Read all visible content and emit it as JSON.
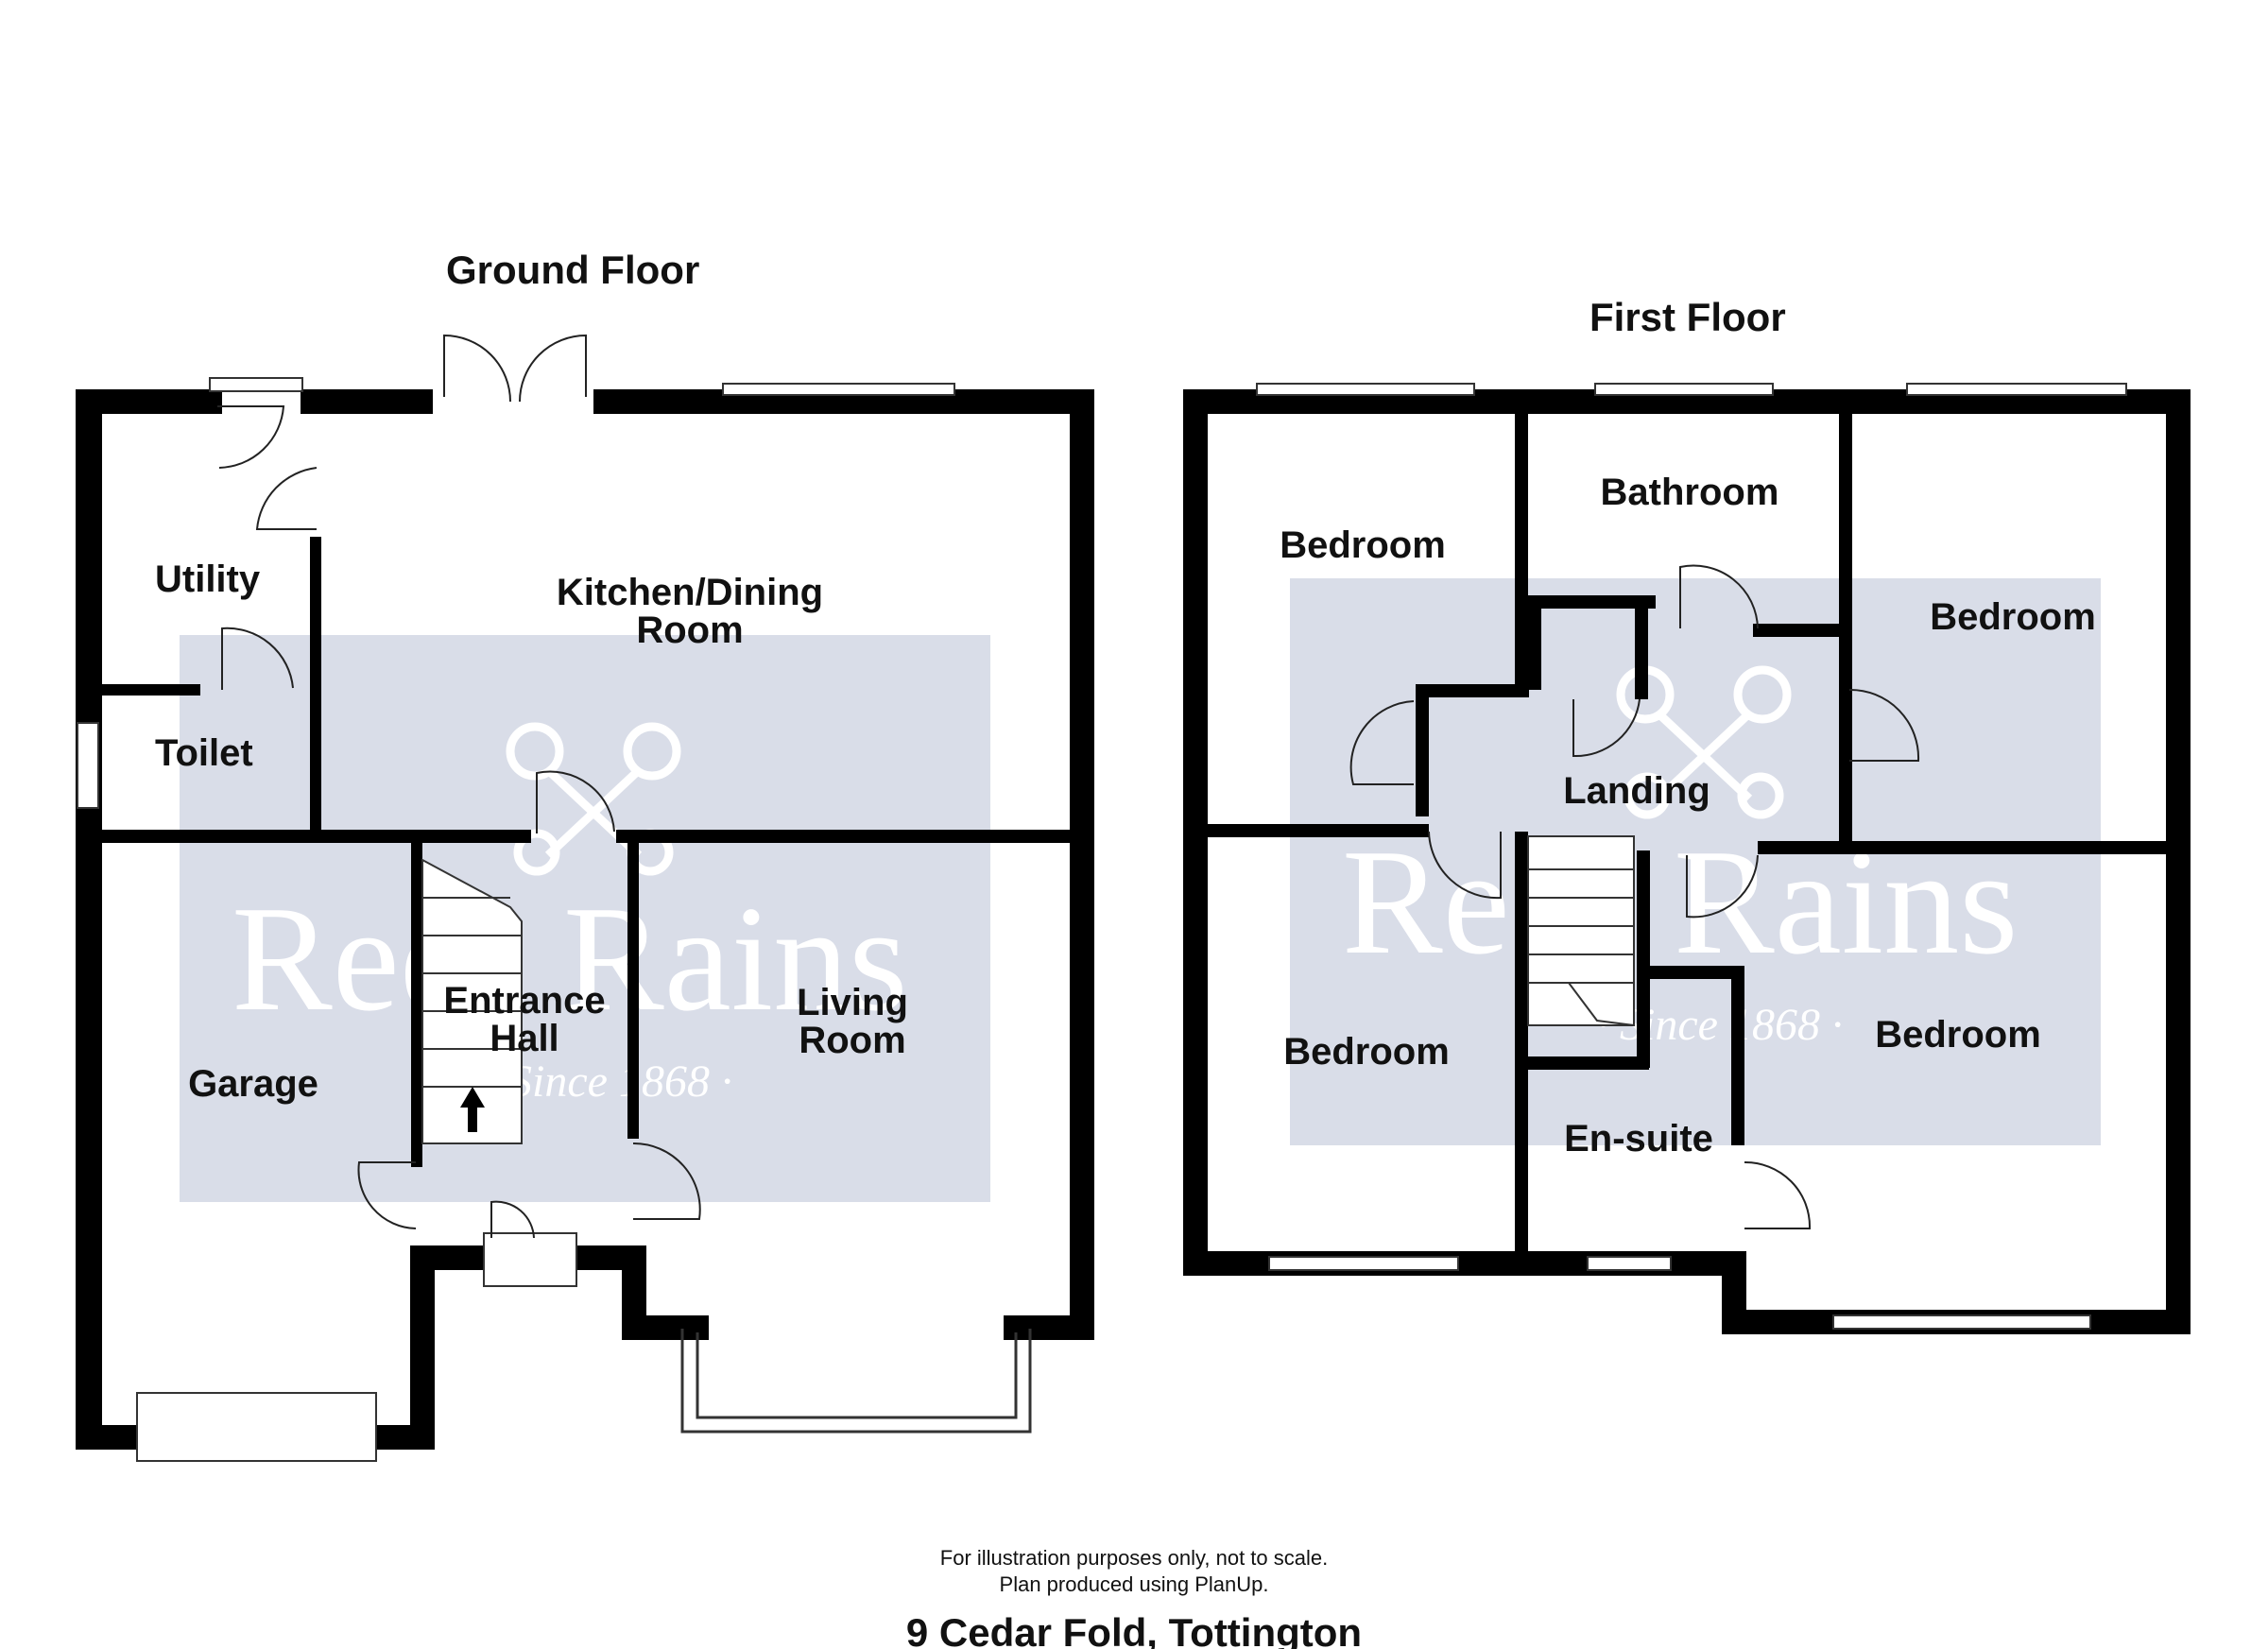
{
  "floors": {
    "ground": {
      "title": "Ground Floor",
      "rooms": {
        "utility": "Utility",
        "toilet": "Toilet",
        "kitchen_line1": "Kitchen/Dining",
        "kitchen_line2": "Room",
        "garage": "Garage",
        "hall_line1": "Entrance",
        "hall_line2": "Hall",
        "living_line1": "Living",
        "living_line2": "Room"
      }
    },
    "first": {
      "title": "First Floor",
      "rooms": {
        "bedroom_tl": "Bedroom",
        "bathroom": "Bathroom",
        "bedroom_tr": "Bedroom",
        "landing": "Landing",
        "bedroom_bl": "Bedroom",
        "bedroom_br": "Bedroom",
        "ensuite": "En-suite"
      }
    }
  },
  "footer": {
    "disclaimer_line1": "For illustration purposes only, not to scale.",
    "disclaimer_line2": "Plan produced using PlanUp.",
    "address": "9 Cedar Fold, Tottington"
  },
  "watermark": {
    "brand": "Rees Rains",
    "since": "· Since 1868 ·"
  },
  "colors": {
    "wall": "#000000",
    "watermark_panel": "#d9dde8",
    "background": "#ffffff"
  }
}
